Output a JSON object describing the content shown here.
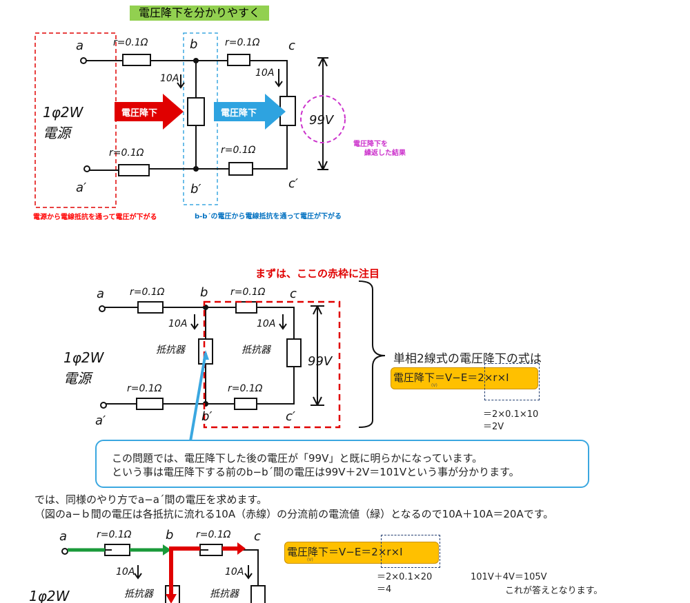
{
  "title": "電圧降下を分かりやすく",
  "diagram1": {
    "node_a": "a",
    "node_b": "b",
    "node_c": "c",
    "node_a2": "a′",
    "node_b2": "b′",
    "node_c2": "c′",
    "r_top_left": "r=0.1Ω",
    "r_top_right": "r=0.1Ω",
    "r_bot_left": "r=0.1Ω",
    "r_bot_right": "r=0.1Ω",
    "current_left": "10A",
    "current_right": "10A",
    "source_line1": "1φ2W",
    "source_line2": "電源",
    "drop_arrow_1": "電圧降下",
    "drop_arrow_2": "電圧降下",
    "voltage": "99V",
    "pink_note_1": "電圧降下を",
    "pink_note_2": "繰返した結果",
    "red_note": "電源から電線抵抗を通って電圧が下がる",
    "blue_note": "b-b´の電圧から電線抵抗を通って電圧が下がる"
  },
  "diagram2": {
    "attention": "まずは、ここの赤枠に注目",
    "node_a": "a",
    "node_b": "b",
    "node_c": "c",
    "node_a2": "a′",
    "node_b2": "b′",
    "node_c2": "c′",
    "r_top_left": "r=0.1Ω",
    "r_top_right": "r=0.1Ω",
    "r_bot_left": "r=0.1Ω",
    "r_bot_right": "r=0.1Ω",
    "current_left": "10A",
    "current_right": "10A",
    "load_left": "抵抗器",
    "load_right": "抵抗器",
    "source_line1": "1φ2W",
    "source_line2": "電源",
    "voltage": "99V",
    "formula_heading": "単相2線式の電圧降下の式は",
    "formula_main": "電圧降下＝V−E＝2×r×I",
    "formula_unit": "(V)",
    "calc_1": "＝2×0.1×10",
    "calc_2": "＝2V"
  },
  "callout": {
    "line1": "この問題では、電圧降下した後の電圧が「99V」と既に明らかになっています。",
    "line2": "という事は電圧降下する前のb−b´間の電圧は99V＋2V＝101Vという事が分かります。"
  },
  "paragraph": {
    "line1": "では、同様のやり方でa−a´間の電圧を求めます。",
    "line2": "（図のa−ｂ間の電圧は各抵抗に流れる10A（赤線）の分流前の電流値（緑）となるので10A＋10A＝20Aです。"
  },
  "diagram3": {
    "node_a": "a",
    "node_b": "b",
    "node_c": "c",
    "r_top_left": "r=0.1Ω",
    "r_top_right": "r=0.1Ω",
    "current_left": "10A",
    "current_right": "10A",
    "load_left": "抵抗器",
    "load_right": "抵抗器",
    "source_line1": "1φ2W",
    "formula_main": "電圧降下＝V−E＝2×r×I",
    "formula_unit": "(V)",
    "calc_1": "＝2×0.1×20",
    "calc_2": "＝4",
    "result": "101V＋4V＝105V",
    "answer": "これが答えとなります。"
  },
  "colors": {
    "red": "#e00000",
    "blue": "#3aa7e0",
    "green": "#1a9a3a",
    "amber": "#ffc000",
    "title_green": "#92d050",
    "pink": "#cc33cc"
  }
}
